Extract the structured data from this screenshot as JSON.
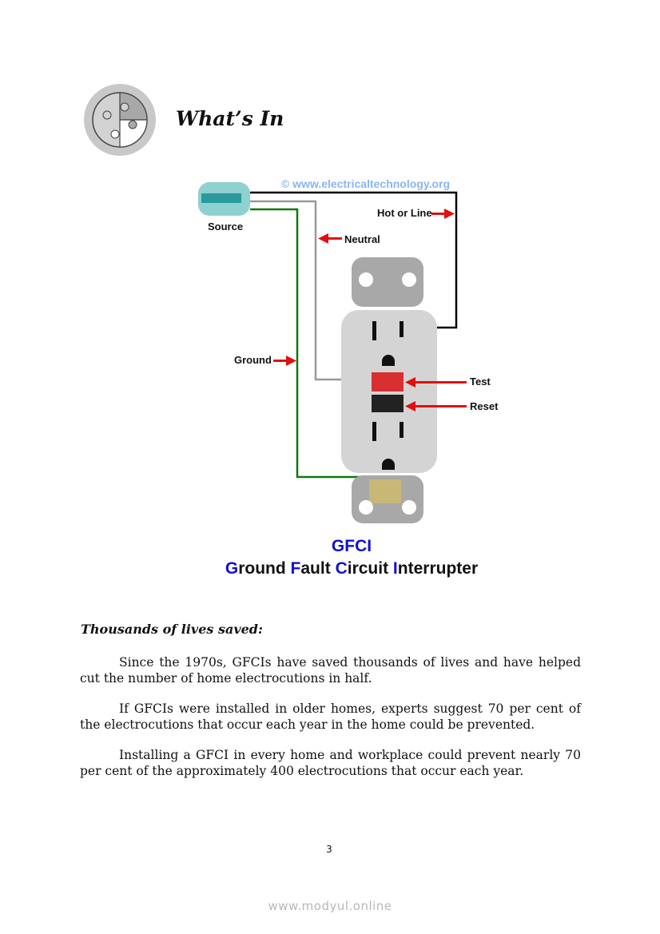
{
  "section_title": "What’s In",
  "diagram": {
    "watermark": "© www.electricaltechnology.org",
    "labels": {
      "source": "Source",
      "hot": "Hot or Line",
      "neutral": "Neutral",
      "ground": "Ground",
      "test": "Test",
      "reset": "Reset"
    },
    "caption_acronym": "GFCI",
    "caption_words": [
      {
        "initial": "G",
        "rest": "round"
      },
      {
        "initial": "F",
        "rest": "ault"
      },
      {
        "initial": "C",
        "rest": "ircuit"
      },
      {
        "initial": "I",
        "rest": "nterrupter"
      }
    ],
    "colors": {
      "hot": "#000000",
      "neutral": "#999999",
      "ground": "#0a7a0a",
      "arrow": "#e01010",
      "caption_blue": "#1010d0"
    }
  },
  "heading": "Thousands of lives saved:",
  "paragraphs": [
    "Since the 1970s, GFCIs have saved thousands of lives and have helped cut the number of home electrocutions in half.",
    "If GFCIs were installed in older homes, experts suggest 70 per cent of the electrocutions that occur each year in the home could be prevented.",
    "Installing a GFCI in every home and workplace could prevent nearly 70 per cent of the approximately 400 electrocutions that occur each year."
  ],
  "page_number": "3",
  "footer_watermark": "www.modyul.online"
}
